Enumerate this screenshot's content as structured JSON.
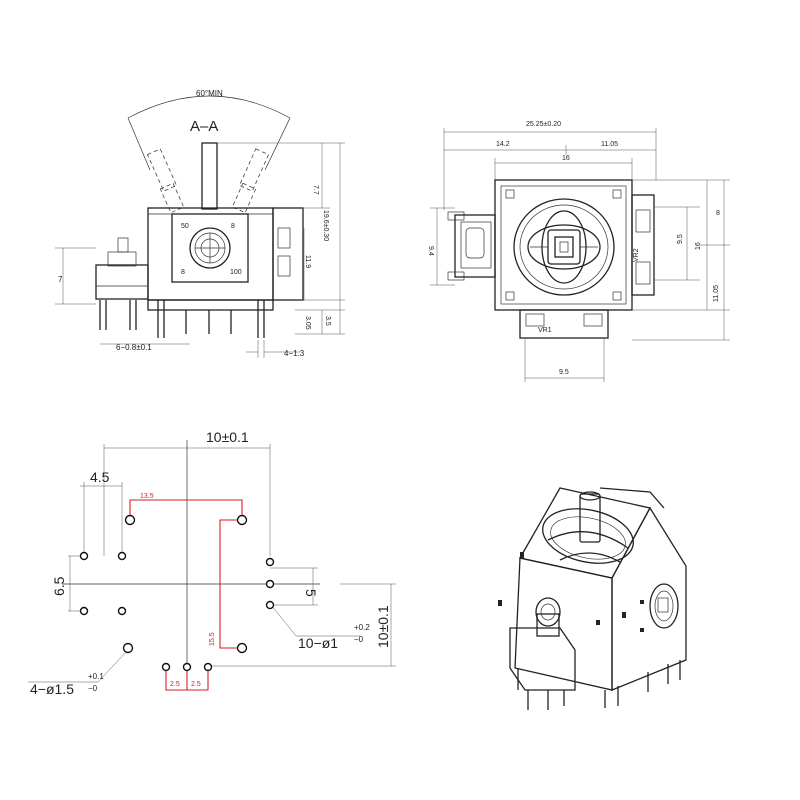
{
  "section_view": {
    "label": "A–A",
    "angle_label": "60°MIN",
    "dims": {
      "height_7": "7",
      "height_7_7": "7.7",
      "height_19_6": "19.6±0.30",
      "height_11_9": "11.9",
      "height_3_05": "3.05",
      "height_3_5": "3.5",
      "pins_6": "6−0.8±0.1",
      "pins_4": "4−1.3"
    },
    "pot_values": [
      "50",
      "8",
      "8",
      "100"
    ]
  },
  "top_view": {
    "dims": {
      "width_total": "25.25±0.20",
      "width_14_2": "14.2",
      "width_11_05": "11.05",
      "width_16": "16",
      "height_9_4": "9.4",
      "height_9_5_right": "9.5",
      "height_8": "8",
      "height_16": "16",
      "height_11_05": "11.05",
      "width_9_5_bottom": "9.5"
    },
    "labels": {
      "vr1": "VR1",
      "vr2": "VR2"
    }
  },
  "footprint": {
    "dims": {
      "spacing_10": "10±0.1",
      "spacing_4_5": "4.5",
      "spacing_6_5": "6.5",
      "spacing_5": "5",
      "spacing_10_vertical": "10±0.1",
      "holes_10": "10−ø1",
      "holes_10_tol": "+0.2",
      "holes_10_tol2": "−0",
      "holes_4": "4−ø1.5",
      "holes_4_tol": "+0.1",
      "holes_4_tol2": "−0"
    },
    "red_dims": {
      "d13_5": "13.5",
      "d15_5": "15.5",
      "d2_5a": "2.5",
      "d2_5b": "2.5"
    }
  },
  "colors": {
    "line": "#222222",
    "dimension_red": "#d81e1e",
    "background": "#ffffff"
  }
}
